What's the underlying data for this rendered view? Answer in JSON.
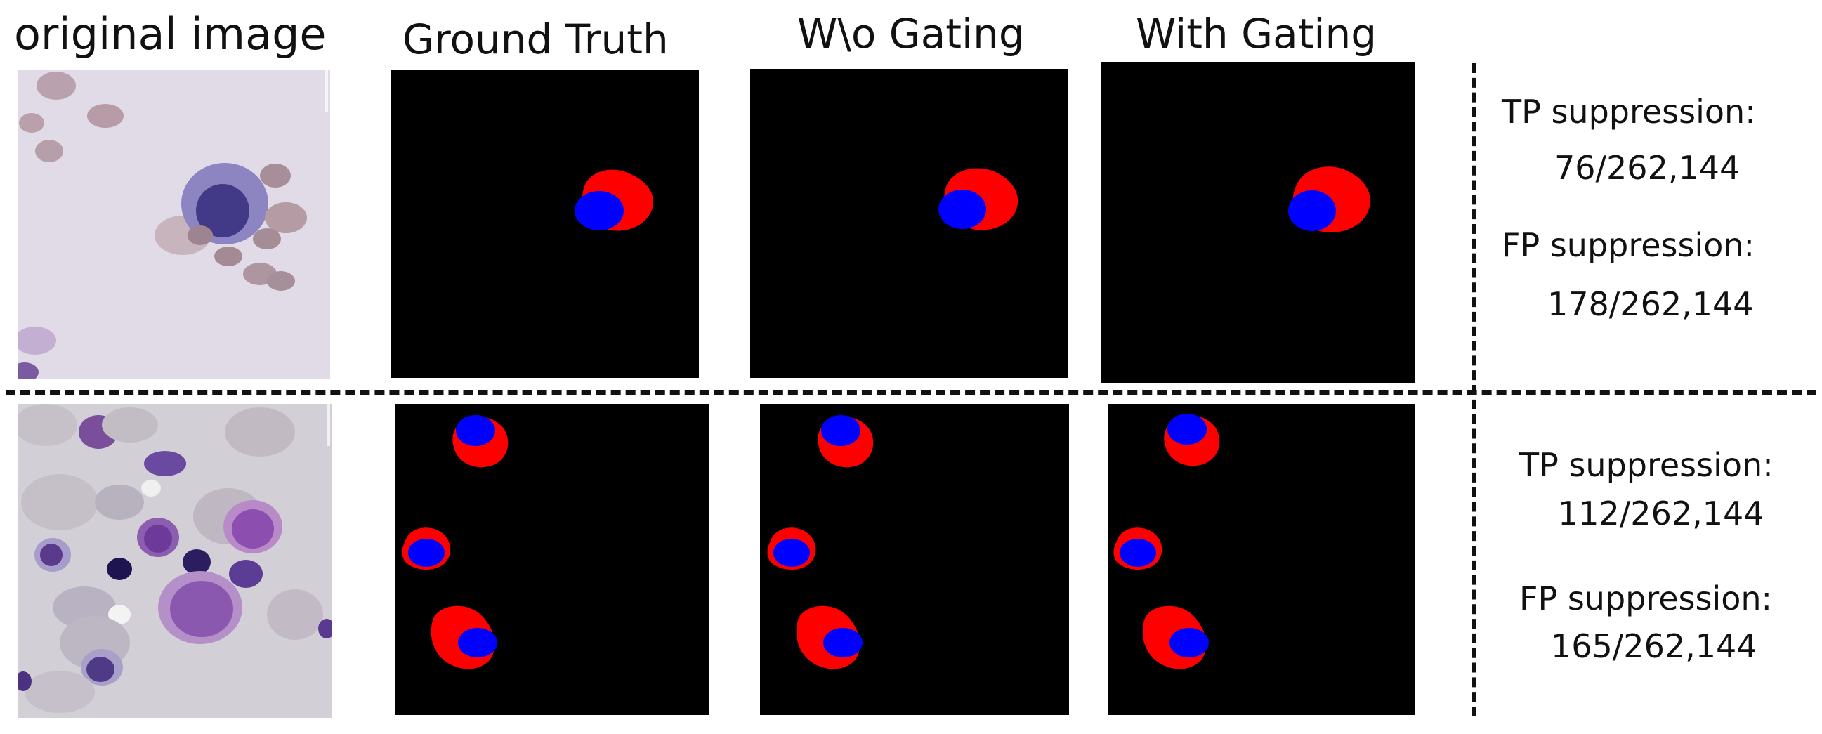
{
  "headers": {
    "original": "original image",
    "ground_truth": "Ground Truth",
    "without_gating": "W\\o Gating",
    "with_gating": "With Gating"
  },
  "rows": [
    {
      "tp_label": "TP suppression:",
      "tp_value": "76/262,144",
      "fp_label": "FP suppression:",
      "fp_value": "178/262,144"
    },
    {
      "tp_label": "TP suppression:",
      "tp_value": "112/262,144",
      "fp_label": "FP suppression:",
      "fp_value": "165/262,144"
    }
  ],
  "colors": {
    "background": "#ffffff",
    "mask_background": "#000000",
    "cytoplasm": "#ff0000",
    "nucleus": "#0000ff",
    "divider": "#111111"
  }
}
